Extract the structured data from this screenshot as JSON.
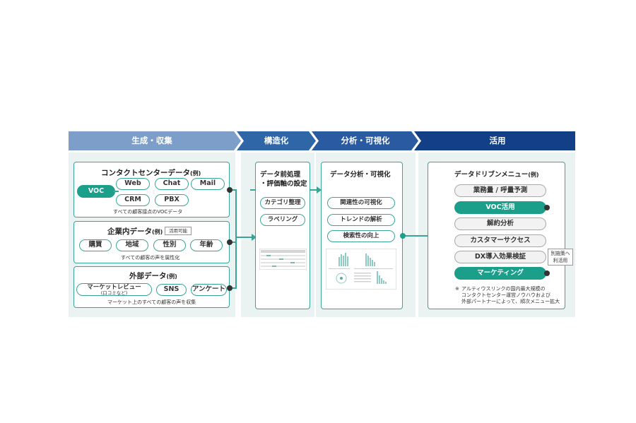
{
  "phases": [
    "生成・収集",
    "構造化",
    "分析・可視化",
    "活用"
  ],
  "collect": {
    "cc_title": "コンタクトセンターデータ",
    "cc_suffix": "(例)",
    "voc": "VOC",
    "cc_items": [
      "Web",
      "Chat",
      "Mail",
      "CRM",
      "PBX"
    ],
    "cc_note": "すべての顧客接点のVOCデータ",
    "corp_title": "企業内データ",
    "corp_suffix": "(例)",
    "corp_badge": "活用可能",
    "corp_items": [
      "購買",
      "地域",
      "性別",
      "年齢"
    ],
    "corp_note": "すべての顧客の声を属性化",
    "ext_title": "外部データ",
    "ext_suffix": "(例)",
    "ext_review": "マーケットレビュー",
    "ext_review_sub": "(口コミなど)",
    "ext_items": [
      "SNS",
      "アンケート"
    ],
    "ext_note": "マーケット上のすべての顧客の声を収集"
  },
  "structure": {
    "title_line1": "データ前処理",
    "title_line2": "・評価軸の設定",
    "items": [
      "カテゴリ整理",
      "ラベリング"
    ]
  },
  "analysis": {
    "title": "データ分析・可視化",
    "items": [
      "関連性の可視化",
      "トレンドの解析",
      "検索性の向上"
    ]
  },
  "use": {
    "title": "データドリブンメニュー",
    "title_suffix": "(例)",
    "items": [
      {
        "label": "業務量 / 呼量予測",
        "style": "gray"
      },
      {
        "label": "VOC活用",
        "style": "teal"
      },
      {
        "label": "解約分析",
        "style": "gray"
      },
      {
        "label": "カスタマーサクセス",
        "style": "gray"
      },
      {
        "label": "DX導入効果検証",
        "style": "gray"
      },
      {
        "label": "マーケティング",
        "style": "teal"
      }
    ],
    "side_note_line1": "別施策へ",
    "side_note_line2": "利活用",
    "footnote_mark": "※",
    "footnote_line1": "アルティウスリンクの国内最大規模の",
    "footnote_line2": "コンタクトセンター運営ノウハウおよび",
    "footnote_line3": "外部パートナーによって、順次メニュー拡大"
  },
  "colors": {
    "chevron_1": "#7d9ec9",
    "chevron_2": "#2f66a8",
    "chevron_3": "#2a5aa0",
    "chevron_4": "#133f86",
    "teal": "#1b9e8a",
    "panel_bg": "#eaf3f2"
  }
}
